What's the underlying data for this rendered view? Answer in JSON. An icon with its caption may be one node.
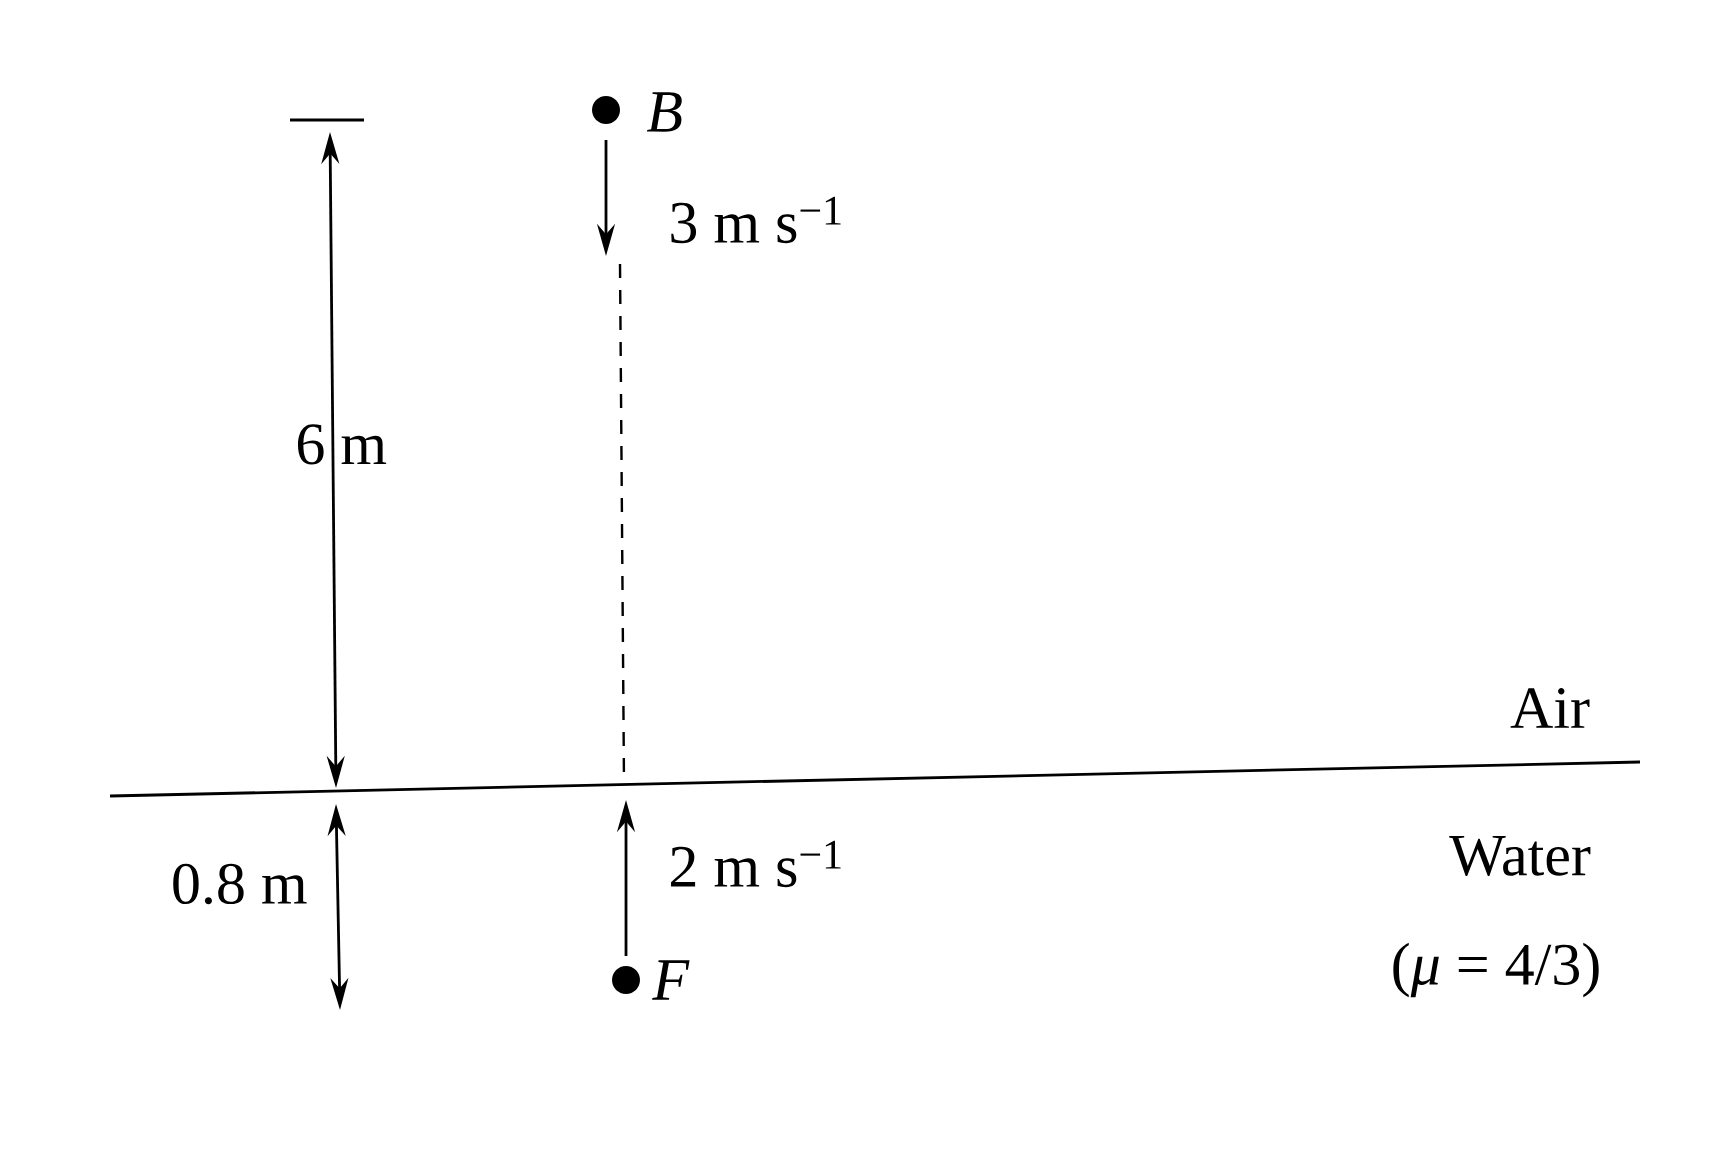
{
  "diagram": {
    "labels": [
      "B",
      "3 m s$^{−1}$",
      "6 m",
      "Air",
      "0.8 m",
      "2 m s$^{−1}$",
      "Water",
      "(*μ* = 4/3)",
      "F"
    ]
  }
}
